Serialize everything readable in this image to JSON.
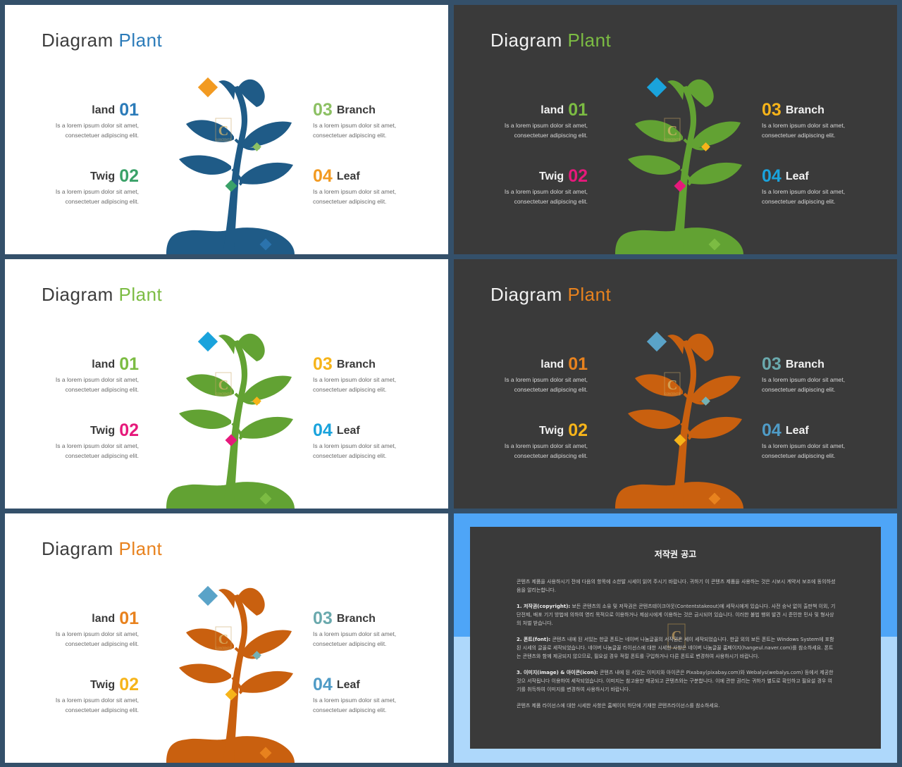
{
  "slides": [
    {
      "theme": "light",
      "title_main": "Diagram",
      "title_accent": "Plant",
      "accent_color": "#2b7bb9",
      "plant_color": "#1f5b87",
      "gem_colors": [
        "#f29a21",
        "#8cc063",
        "#3aa168",
        "#2b73ad"
      ],
      "items": [
        {
          "label": "land",
          "num": "01",
          "num_color": "#2b7bb9",
          "desc1": "Is a lorem ipsum dolor sit amet,",
          "desc2": "consectetuer adipiscing elit."
        },
        {
          "label": "Twig",
          "num": "02",
          "num_color": "#3aa168",
          "desc1": "Is a lorem ipsum dolor sit amet,",
          "desc2": "consectetuer adipiscing elit."
        },
        {
          "label": "Branch",
          "num": "03",
          "num_color": "#8cc063",
          "desc1": "Is a lorem ipsum dolor sit amet,",
          "desc2": "consectetuer adipiscing elit."
        },
        {
          "label": "Leaf",
          "num": "04",
          "num_color": "#f29a21",
          "desc1": "Is a lorem ipsum dolor sit amet,",
          "desc2": "consectetuer adipiscing elit."
        }
      ]
    },
    {
      "theme": "dark",
      "title_main": "Diagram",
      "title_accent": "Plant",
      "accent_color": "#7cbc43",
      "plant_color": "#62a233",
      "gem_colors": [
        "#1aa3dc",
        "#f6b41a",
        "#e6197b",
        "#7cbc43"
      ],
      "items": [
        {
          "label": "land",
          "num": "01",
          "num_color": "#7cbc43",
          "desc1": "Is a lorem ipsum dolor sit amet,",
          "desc2": "consectetuer adipiscing elit."
        },
        {
          "label": "Twig",
          "num": "02",
          "num_color": "#e6197b",
          "desc1": "Is a lorem ipsum dolor sit amet,",
          "desc2": "consectetuer adipiscing elit."
        },
        {
          "label": "Branch",
          "num": "03",
          "num_color": "#f6b41a",
          "desc1": "Is a lorem ipsum dolor sit amet,",
          "desc2": "consectetuer adipiscing elit."
        },
        {
          "label": "Leaf",
          "num": "04",
          "num_color": "#1aa3dc",
          "desc1": "Is a lorem ipsum dolor sit amet,",
          "desc2": "consectetuer adipiscing elit."
        }
      ]
    },
    {
      "theme": "light",
      "title_main": "Diagram",
      "title_accent": "Plant",
      "accent_color": "#7cbc43",
      "plant_color": "#62a233",
      "gem_colors": [
        "#1aa3dc",
        "#f6b41a",
        "#e6197b",
        "#7cbc43"
      ],
      "items": [
        {
          "label": "land",
          "num": "01",
          "num_color": "#7cbc43",
          "desc1": "Is a lorem ipsum dolor sit amet,",
          "desc2": "consectetuer adipiscing elit."
        },
        {
          "label": "Twig",
          "num": "02",
          "num_color": "#e6197b",
          "desc1": "Is a lorem ipsum dolor sit amet,",
          "desc2": "consectetuer adipiscing elit."
        },
        {
          "label": "Branch",
          "num": "03",
          "num_color": "#f6b41a",
          "desc1": "Is a lorem ipsum dolor sit amet,",
          "desc2": "consectetuer adipiscing elit."
        },
        {
          "label": "Leaf",
          "num": "04",
          "num_color": "#1aa3dc",
          "desc1": "Is a lorem ipsum dolor sit amet,",
          "desc2": "consectetuer adipiscing elit."
        }
      ]
    },
    {
      "theme": "dark",
      "title_main": "Diagram",
      "title_accent": "Plant",
      "accent_color": "#e8821e",
      "plant_color": "#c9600f",
      "gem_colors": [
        "#5aa3c8",
        "#74b1b5",
        "#f6b41a",
        "#e8821e"
      ],
      "items": [
        {
          "label": "land",
          "num": "01",
          "num_color": "#e8821e",
          "desc1": "Is a lorem ipsum dolor sit amet,",
          "desc2": "consectetuer adipiscing elit."
        },
        {
          "label": "Twig",
          "num": "02",
          "num_color": "#f6b41a",
          "desc1": "Is a lorem ipsum dolor sit amet,",
          "desc2": "consectetuer adipiscing elit."
        },
        {
          "label": "Branch",
          "num": "03",
          "num_color": "#6aa9ad",
          "desc1": "Is a lorem ipsum dolor sit amet,",
          "desc2": "consectetuer adipiscing elit."
        },
        {
          "label": "Leaf",
          "num": "04",
          "num_color": "#4f9bc6",
          "desc1": "Is a lorem ipsum dolor sit amet,",
          "desc2": "consectetuer adipiscing elit."
        }
      ]
    },
    {
      "theme": "light",
      "title_main": "Diagram",
      "title_accent": "Plant",
      "accent_color": "#e8821e",
      "plant_color": "#c9600f",
      "gem_colors": [
        "#5aa3c8",
        "#74b1b5",
        "#f6b41a",
        "#e8821e"
      ],
      "items": [
        {
          "label": "land",
          "num": "01",
          "num_color": "#e8821e",
          "desc1": "Is a lorem ipsum dolor sit amet,",
          "desc2": "consectetuer adipiscing elit."
        },
        {
          "label": "Twig",
          "num": "02",
          "num_color": "#f6b41a",
          "desc1": "Is a lorem ipsum dolor sit amet,",
          "desc2": "consectetuer adipiscing elit."
        },
        {
          "label": "Branch",
          "num": "03",
          "num_color": "#6aa9ad",
          "desc1": "Is a lorem ipsum dolor sit amet,",
          "desc2": "consectetuer adipiscing elit."
        },
        {
          "label": "Leaf",
          "num": "04",
          "num_color": "#4f9bc6",
          "desc1": "Is a lorem ipsum dolor sit amet,",
          "desc2": "consectetuer adipiscing elit."
        }
      ]
    }
  ],
  "watermark": {
    "letter": "C",
    "text": "CONTENTS"
  },
  "notice": {
    "title": "저작권 공고",
    "intro": "콘텐츠 제품을 사용하시기 전에 다음의 항목에 소한발 시세이 읽어 주시기 바랍니다. 귀하기 이 콘텐츠 제품을 사용하는 것은 시보시 계약서 보조에 동의하셨음을 알리는합니다.",
    "p1_head": "1. 저작권(copyright):",
    "p1_body": "보든 콘텐츠의 소유 및 저작권은 콘텐츠테이크아웃(Contentstakeout)에 세작시에게 있습니다. 사전 승낙 없이 출판책 이외, 기단전제, 배포 기기 방법에 의하여 영리 목적으로 이용하거나 제삼시에게 이용하는 것은 금시되어 있습니다. 이러한 불법 행위 발견 시 준민한 민사 및 형사상의 처벌 받습니다.",
    "p2_head": "2. 폰트(font):",
    "p2_body": "콘텐츠 내에 된 서있는 한글 폰트는 네이버 나눔글꼴의 서작권은 세이 세작되었습니다. 한글 외의 보든 폰트는 Windows System에 포함된 시세의 글꼴로 세작되었습니다. 네이버 나눔글꼴 라이선스에 대한 시세한 사항은 네이버 나눔글꼴 홈페이지(hangeul.naver.com)를 참소하세요. 폰트는 콘텐츠와 함께 제공되지 않으므로, 필요설 경우 적절 폰트를 구입하거나 다른 폰트로 변경하여 사용하시기 바랍니다.",
    "p3_head": "3. 이미지(image) & 아이콘(icon):",
    "p3_body": "콘텐츠 내에 된 서있는 이미지와 아이콘은 Pixabay(pixabay.com)와 Webalys(webalys.com) 등에서 제공한 것으 서작됩니다 이용하여 세작되었습니다. 이미지는 참고용만 제공되고 콘텐츠와는 구분합니다. 이에 관한 권리는 귀하가 별도로 확인하고 필요설 경우 여기를 취득하여 이미지를 변경하여 사용하시기 바랍니다.",
    "outro": "콘텐츠 제품 라이선스에 대한 시세한 사항은 홈페이지 하단에 기재한 콘텐츠라이선스를 참소하세요."
  }
}
